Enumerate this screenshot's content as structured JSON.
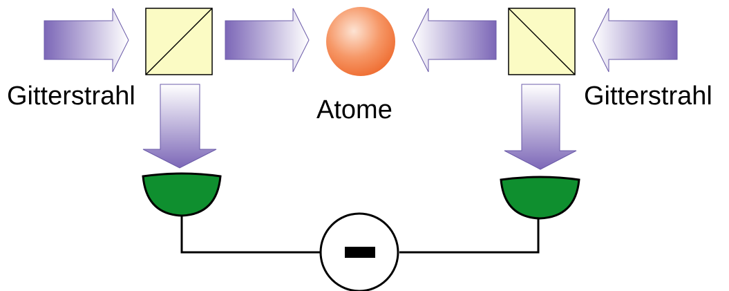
{
  "labels": {
    "left_beam": "Gitterstrahl",
    "right_beam": "Gitterstrahl",
    "atoms": "Atome"
  },
  "colors": {
    "beam_arrow_start": "#7c67b7",
    "beam_arrow_end": "#ffffff",
    "beamsplitter_fill": "#fbfbc4",
    "atom_cloud": "#f48a55",
    "detector_fill": "#0f8f2f",
    "stroke": "#000000"
  },
  "symbols": {
    "subtractor": "minus-sign"
  }
}
